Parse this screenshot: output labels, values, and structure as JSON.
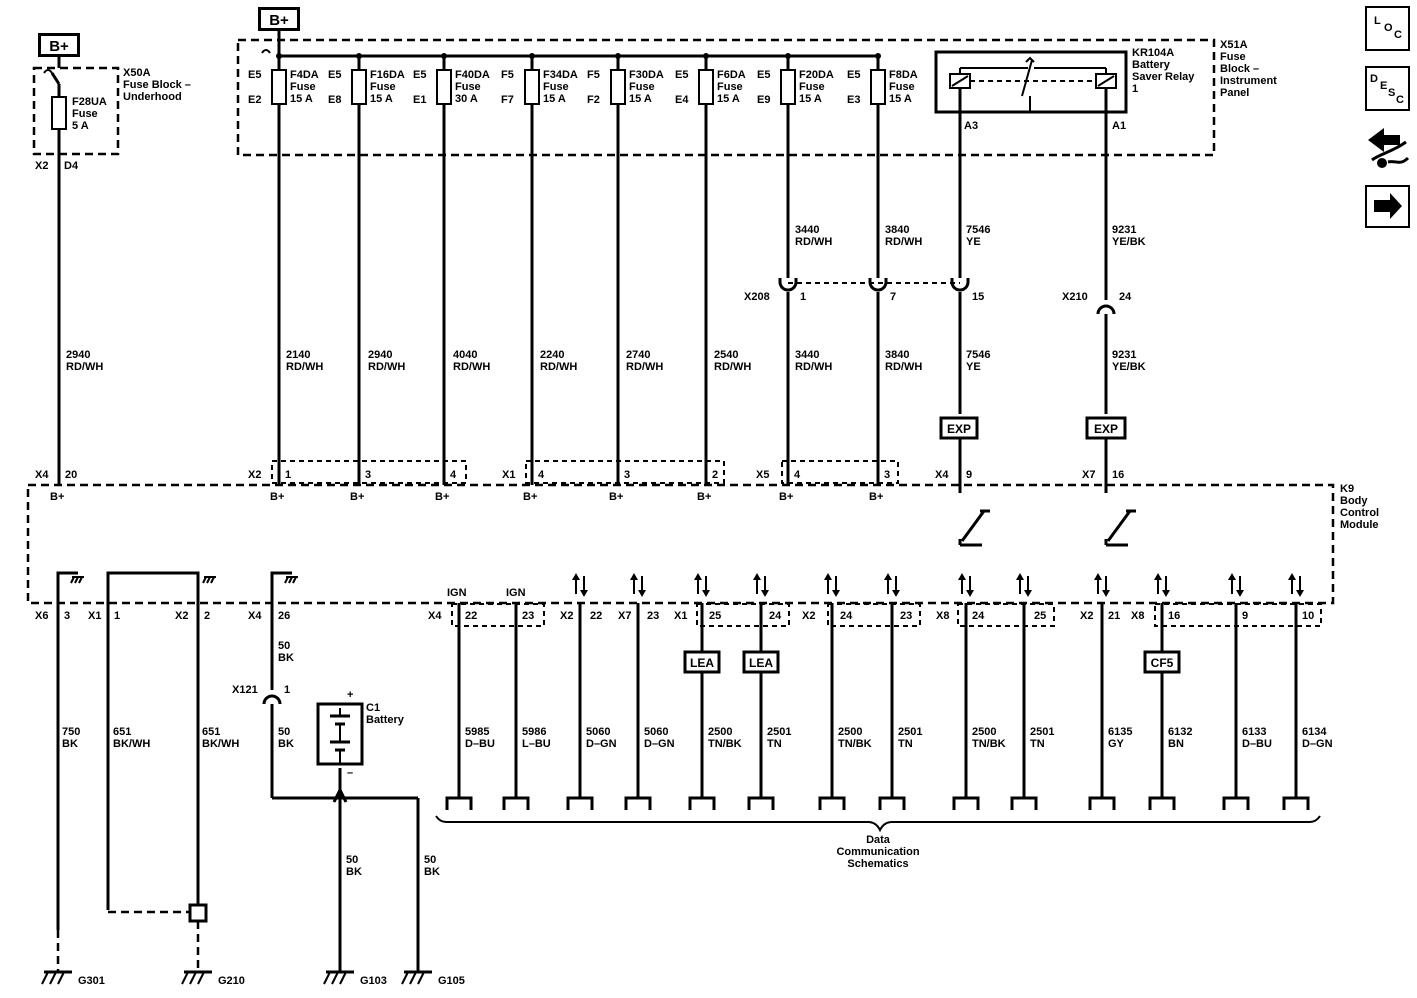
{
  "power": {
    "bplus": "B+"
  },
  "fuse_block_underhood": {
    "title": [
      "X50A",
      "Fuse Block –",
      "Underhood"
    ],
    "fuse": [
      "F28UA",
      "Fuse",
      "5 A"
    ],
    "conn": "X2",
    "pin": "D4"
  },
  "fuse_block_ip": {
    "title": [
      "X51A",
      "Fuse",
      "Block –",
      "Instrument",
      "Panel"
    ],
    "fuses": [
      {
        "top": "E5",
        "bot": "E2",
        "name": "F4DA",
        "type": "Fuse",
        "amp": "15 A"
      },
      {
        "top": "E5",
        "bot": "E8",
        "name": "F16DA",
        "type": "Fuse",
        "amp": "15 A"
      },
      {
        "top": "E5",
        "bot": "E1",
        "name": "F40DA",
        "type": "Fuse",
        "amp": "30 A"
      },
      {
        "top": "F5",
        "bot": "F7",
        "name": "F34DA",
        "type": "Fuse",
        "amp": "15 A"
      },
      {
        "top": "F5",
        "bot": "F2",
        "name": "F30DA",
        "type": "Fuse",
        "amp": "15 A"
      },
      {
        "top": "E5",
        "bot": "E4",
        "name": "F6DA",
        "type": "Fuse",
        "amp": "15 A"
      },
      {
        "top": "E5",
        "bot": "E9",
        "name": "F20DA",
        "type": "Fuse",
        "amp": "15 A"
      },
      {
        "top": "E5",
        "bot": "E3",
        "name": "F8DA",
        "type": "Fuse",
        "amp": "15 A"
      }
    ],
    "relay": {
      "name": [
        "KR104A",
        "Battery",
        "Saver Relay",
        "1"
      ],
      "pin_a": "A3",
      "pin_b": "A1"
    }
  },
  "upper_wires": [
    {
      "num": "3440",
      "color": "RD/WH"
    },
    {
      "num": "3840",
      "color": "RD/WH"
    },
    {
      "num": "7546",
      "color": "YE"
    },
    {
      "num": "9231",
      "color": "YE/BK"
    }
  ],
  "inline_connectors": {
    "x208": {
      "name": "X208",
      "pins": [
        "1",
        "7",
        "15"
      ]
    },
    "x210": {
      "name": "X210",
      "pin": "24"
    }
  },
  "lower_wires": [
    {
      "num": "2940",
      "color": "RD/WH"
    },
    {
      "num": "2140",
      "color": "RD/WH"
    },
    {
      "num": "2940",
      "color": "RD/WH"
    },
    {
      "num": "4040",
      "color": "RD/WH"
    },
    {
      "num": "2240",
      "color": "RD/WH"
    },
    {
      "num": "2740",
      "color": "RD/WH"
    },
    {
      "num": "2540",
      "color": "RD/WH"
    },
    {
      "num": "3440",
      "color": "RD/WH"
    },
    {
      "num": "3840",
      "color": "RD/WH"
    },
    {
      "num": "7546",
      "color": "YE"
    },
    {
      "num": "9231",
      "color": "YE/BK"
    }
  ],
  "exp": "EXP",
  "bcm_top_conns": [
    {
      "conn": "X4",
      "pin": "20"
    },
    {
      "conn": "X2",
      "pin": "1"
    },
    {
      "conn": "",
      "pin": "3"
    },
    {
      "conn": "",
      "pin": "4"
    },
    {
      "conn": "X1",
      "pin": "4"
    },
    {
      "conn": "",
      "pin": "3"
    },
    {
      "conn": "",
      "pin": "2"
    },
    {
      "conn": "X5",
      "pin": "4"
    },
    {
      "conn": "",
      "pin": "3"
    },
    {
      "conn": "X4",
      "pin": "9"
    },
    {
      "conn": "X7",
      "pin": "16"
    }
  ],
  "bcm": {
    "name": [
      "K9",
      "Body",
      "Control",
      "Module"
    ]
  },
  "bcm_bottom_conns": [
    {
      "conn": "X6",
      "pin": "3"
    },
    {
      "conn": "X1",
      "pin": "1"
    },
    {
      "conn": "X2",
      "pin": "2"
    },
    {
      "conn": "X4",
      "pin": "26"
    },
    {
      "conn": "X4",
      "pin": "22"
    },
    {
      "conn": "",
      "pin": "23"
    },
    {
      "conn": "X2",
      "pin": "22"
    },
    {
      "conn": "X7",
      "pin": "23"
    },
    {
      "conn": "X1",
      "pin": "25"
    },
    {
      "conn": "",
      "pin": "24"
    },
    {
      "conn": "X2",
      "pin": "24"
    },
    {
      "conn": "",
      "pin": "23"
    },
    {
      "conn": "X8",
      "pin": "24"
    },
    {
      "conn": "",
      "pin": "25"
    },
    {
      "conn": "X2",
      "pin": "21"
    },
    {
      "conn": "X8",
      "pin": "16"
    },
    {
      "conn": "",
      "pin": "9"
    },
    {
      "conn": "",
      "pin": "10"
    }
  ],
  "ign": "IGN",
  "ground_wires": [
    {
      "num": "750",
      "color": "BK"
    },
    {
      "num": "651",
      "color": "BK/WH"
    },
    {
      "num": "651",
      "color": "BK/WH"
    },
    {
      "num": "50",
      "color": "BK"
    },
    {
      "num": "50",
      "color": "BK"
    },
    {
      "num": "50",
      "color": "BK"
    },
    {
      "num": "50",
      "color": "BK"
    }
  ],
  "x121": {
    "name": "X121",
    "pin": "1"
  },
  "battery": {
    "name": [
      "C1",
      "Battery"
    ],
    "plus": "+",
    "minus": "–"
  },
  "data_wires": [
    {
      "num": "5985",
      "color": "D–BU"
    },
    {
      "num": "5986",
      "color": "L–BU"
    },
    {
      "num": "5060",
      "color": "D–GN"
    },
    {
      "num": "5060",
      "color": "D–GN"
    },
    {
      "num": "2500",
      "color": "TN/BK"
    },
    {
      "num": "2501",
      "color": "TN"
    },
    {
      "num": "2500",
      "color": "TN/BK"
    },
    {
      "num": "2501",
      "color": "TN"
    },
    {
      "num": "2500",
      "color": "TN/BK"
    },
    {
      "num": "2501",
      "color": "TN"
    },
    {
      "num": "6135",
      "color": "GY"
    },
    {
      "num": "6132",
      "color": "BN"
    },
    {
      "num": "6133",
      "color": "D–BU"
    },
    {
      "num": "6134",
      "color": "D–GN"
    }
  ],
  "lea": "LEA",
  "cf5": "CF5",
  "data_comm": [
    "Data",
    "Communication",
    "Schematics"
  ],
  "grounds": [
    "G301",
    "G210",
    "G103",
    "G105"
  ],
  "nav": {
    "loc": [
      "L",
      "O",
      "C"
    ],
    "desc": [
      "D",
      "E",
      "S",
      "C"
    ]
  }
}
